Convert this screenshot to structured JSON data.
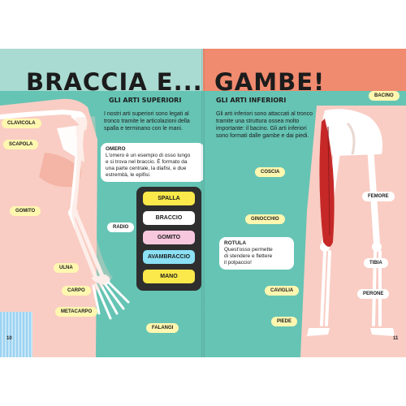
{
  "left_page": {
    "title": "BRACCIA E...",
    "subtitle": "GLI ARTI SUPERIORI",
    "intro_lines": [
      "I nostri arti superiori sono legati al",
      "tronco tramite le articolazioni della",
      "spalla e terminano con le mani."
    ],
    "omero_box": {
      "heading": "OMERO",
      "lines": [
        "L'omero è un esempio di osso lungo",
        "e si trova nel braccio. È formato da",
        "una parte centrale, la diafisi, e due",
        "estremità, le epifisi."
      ]
    },
    "labels": {
      "clavicola": "CLAVICOLA",
      "scapola": "SCAPOLA",
      "gomito": "GOMITO",
      "radio": "RADIO",
      "ulna": "ULNA",
      "carpo": "CARPO",
      "metacarpo": "METACARPO",
      "falangi": "FALANGI"
    },
    "key_items": [
      "SPALLA",
      "BRACCIO",
      "GOMITO",
      "AVAMBRACCIO",
      "MANO"
    ],
    "page_number": "10"
  },
  "right_page": {
    "title": "GAMBE!",
    "subtitle": "GLI ARTI INFERIORI",
    "intro_lines": [
      "Gli arti inferiori sono attaccati al tronco",
      "tramite una struttura ossea molto",
      "importante: il bacino. Gli arti inferiori",
      "sono formati dalle gambe e dai piedi."
    ],
    "rotula_box": {
      "heading": "ROTULA",
      "lines": [
        "Quest'osso permette",
        "di stendere e flettere",
        "il polpaccio!"
      ]
    },
    "labels": {
      "bacino": "BACINO",
      "coscia": "COSCIA",
      "femore": "FEMORE",
      "ginocchio": "GINOCCHIO",
      "tibia": "TIBIA",
      "perone": "PERONE",
      "caviglia": "CAVIGLIA",
      "piede": "PIEDE"
    },
    "page_number": "11"
  },
  "colors": {
    "page_teal": "#66c4b4",
    "band_left": "#a9dbd2",
    "band_right": "#f08b6f",
    "label_yellow": "#fff7b0",
    "muscle_red": "#c62828"
  }
}
